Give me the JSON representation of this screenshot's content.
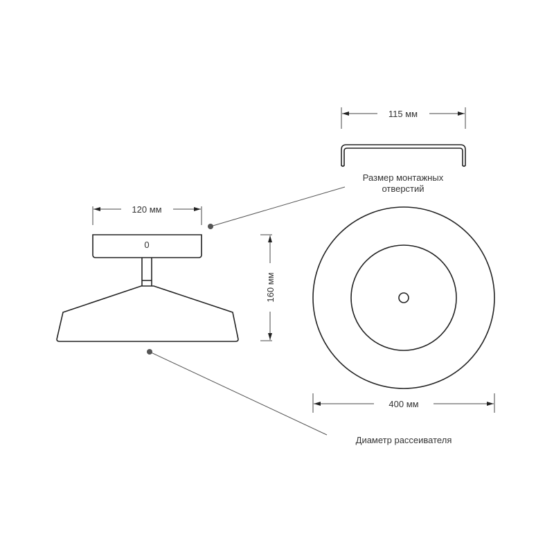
{
  "dimensions": {
    "canopy_width": "120 мм",
    "height": "160 мм",
    "mounting_holes": "115 мм",
    "diffuser_diameter": "400 мм"
  },
  "labels": {
    "mounting_line1": "Размер монтажных",
    "mounting_line2": "отверстий",
    "diffuser": "Диаметр рассеивателя",
    "canopy_mark": "0"
  },
  "colors": {
    "line": "#222222",
    "text": "#333333",
    "dot": "#555555"
  }
}
